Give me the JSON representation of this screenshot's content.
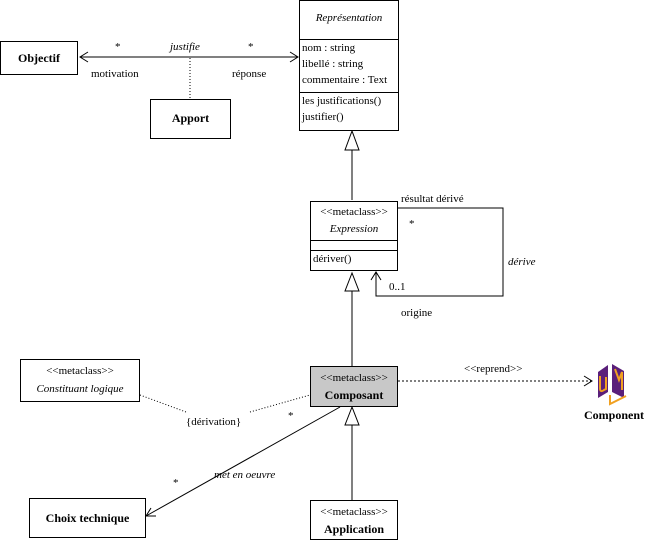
{
  "classes": {
    "objectif": {
      "name": "Objectif"
    },
    "apport": {
      "name": "Apport"
    },
    "representation": {
      "name": "Représentation",
      "attributes": [
        "nom : string",
        "libellé : string",
        "commentaire : Text"
      ],
      "operations": [
        "les justifications()",
        "justifier()"
      ]
    },
    "expression": {
      "stereotype": "<<metaclass>>",
      "name": "Expression",
      "operations": [
        "dériver()"
      ]
    },
    "composant": {
      "stereotype": "<<metaclass>>",
      "name": "Composant",
      "fill": "#c8c8c8"
    },
    "constituant": {
      "stereotype": "<<metaclass>>",
      "name": "Constituant logique"
    },
    "choix": {
      "name": "Choix technique"
    },
    "application": {
      "stereotype": "<<metaclass>>",
      "name": "Application"
    },
    "component": {
      "name": "Component"
    }
  },
  "labels": {
    "justifie": "justifie",
    "star_left": "*",
    "star_right": "*",
    "motivation": "motivation",
    "reponse": "réponse",
    "resultat_derive": "résultat dérivé",
    "star_derive": "*",
    "derive": "dérive",
    "zero_one": "0..1",
    "origine": "origine",
    "reprend": "<<reprend>>",
    "derivation": "{dérivation}",
    "star_comp": "*",
    "met_en_oeuvre": "met en oeuvre",
    "star_choix": "*"
  },
  "colors": {
    "uml_logo_purple": "#5a1f7a",
    "uml_logo_orange": "#f0a020",
    "composant_fill": "#c8c8c8"
  }
}
